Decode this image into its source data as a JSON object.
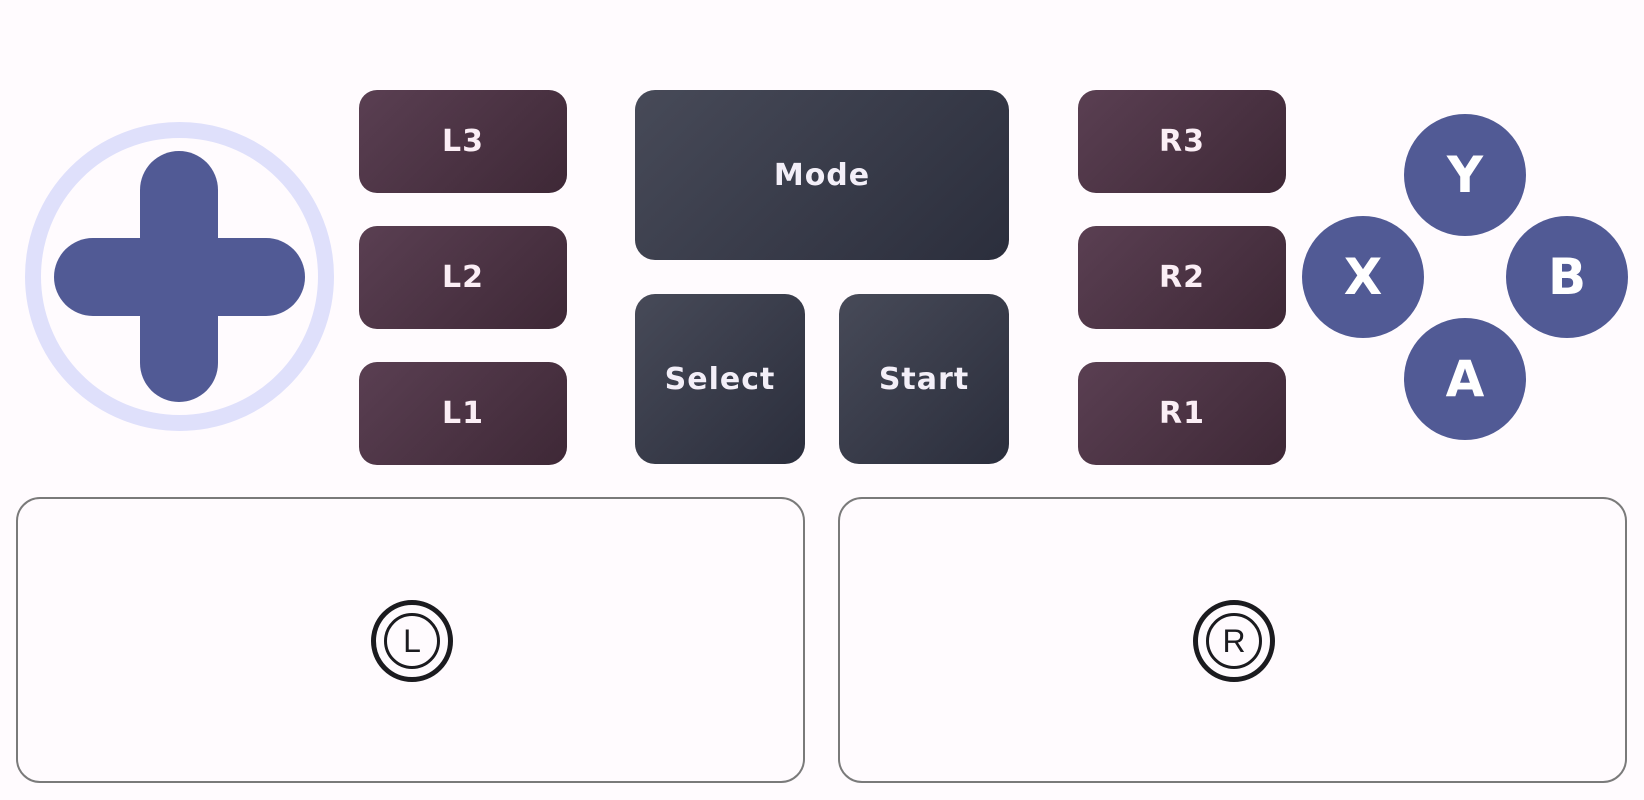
{
  "dpad": {
    "icon": "dpad-icon"
  },
  "left_shoulders": [
    {
      "label": "L3"
    },
    {
      "label": "L2"
    },
    {
      "label": "L1"
    }
  ],
  "right_shoulders": [
    {
      "label": "R3"
    },
    {
      "label": "R2"
    },
    {
      "label": "R1"
    }
  ],
  "system": {
    "mode": "Mode",
    "select": "Select",
    "start": "Start"
  },
  "face_buttons": {
    "y": "Y",
    "x": "X",
    "b": "B",
    "a": "A"
  },
  "touchpads": {
    "left_stick": "L",
    "right_stick": "R"
  },
  "colors": {
    "background": "#fffbfe",
    "dpad_ring": "#dfe0fb",
    "accent_blue": "#515a95",
    "shoulder": "#4b3343",
    "system": "#363947",
    "pad_border": "#7a7a7a"
  }
}
